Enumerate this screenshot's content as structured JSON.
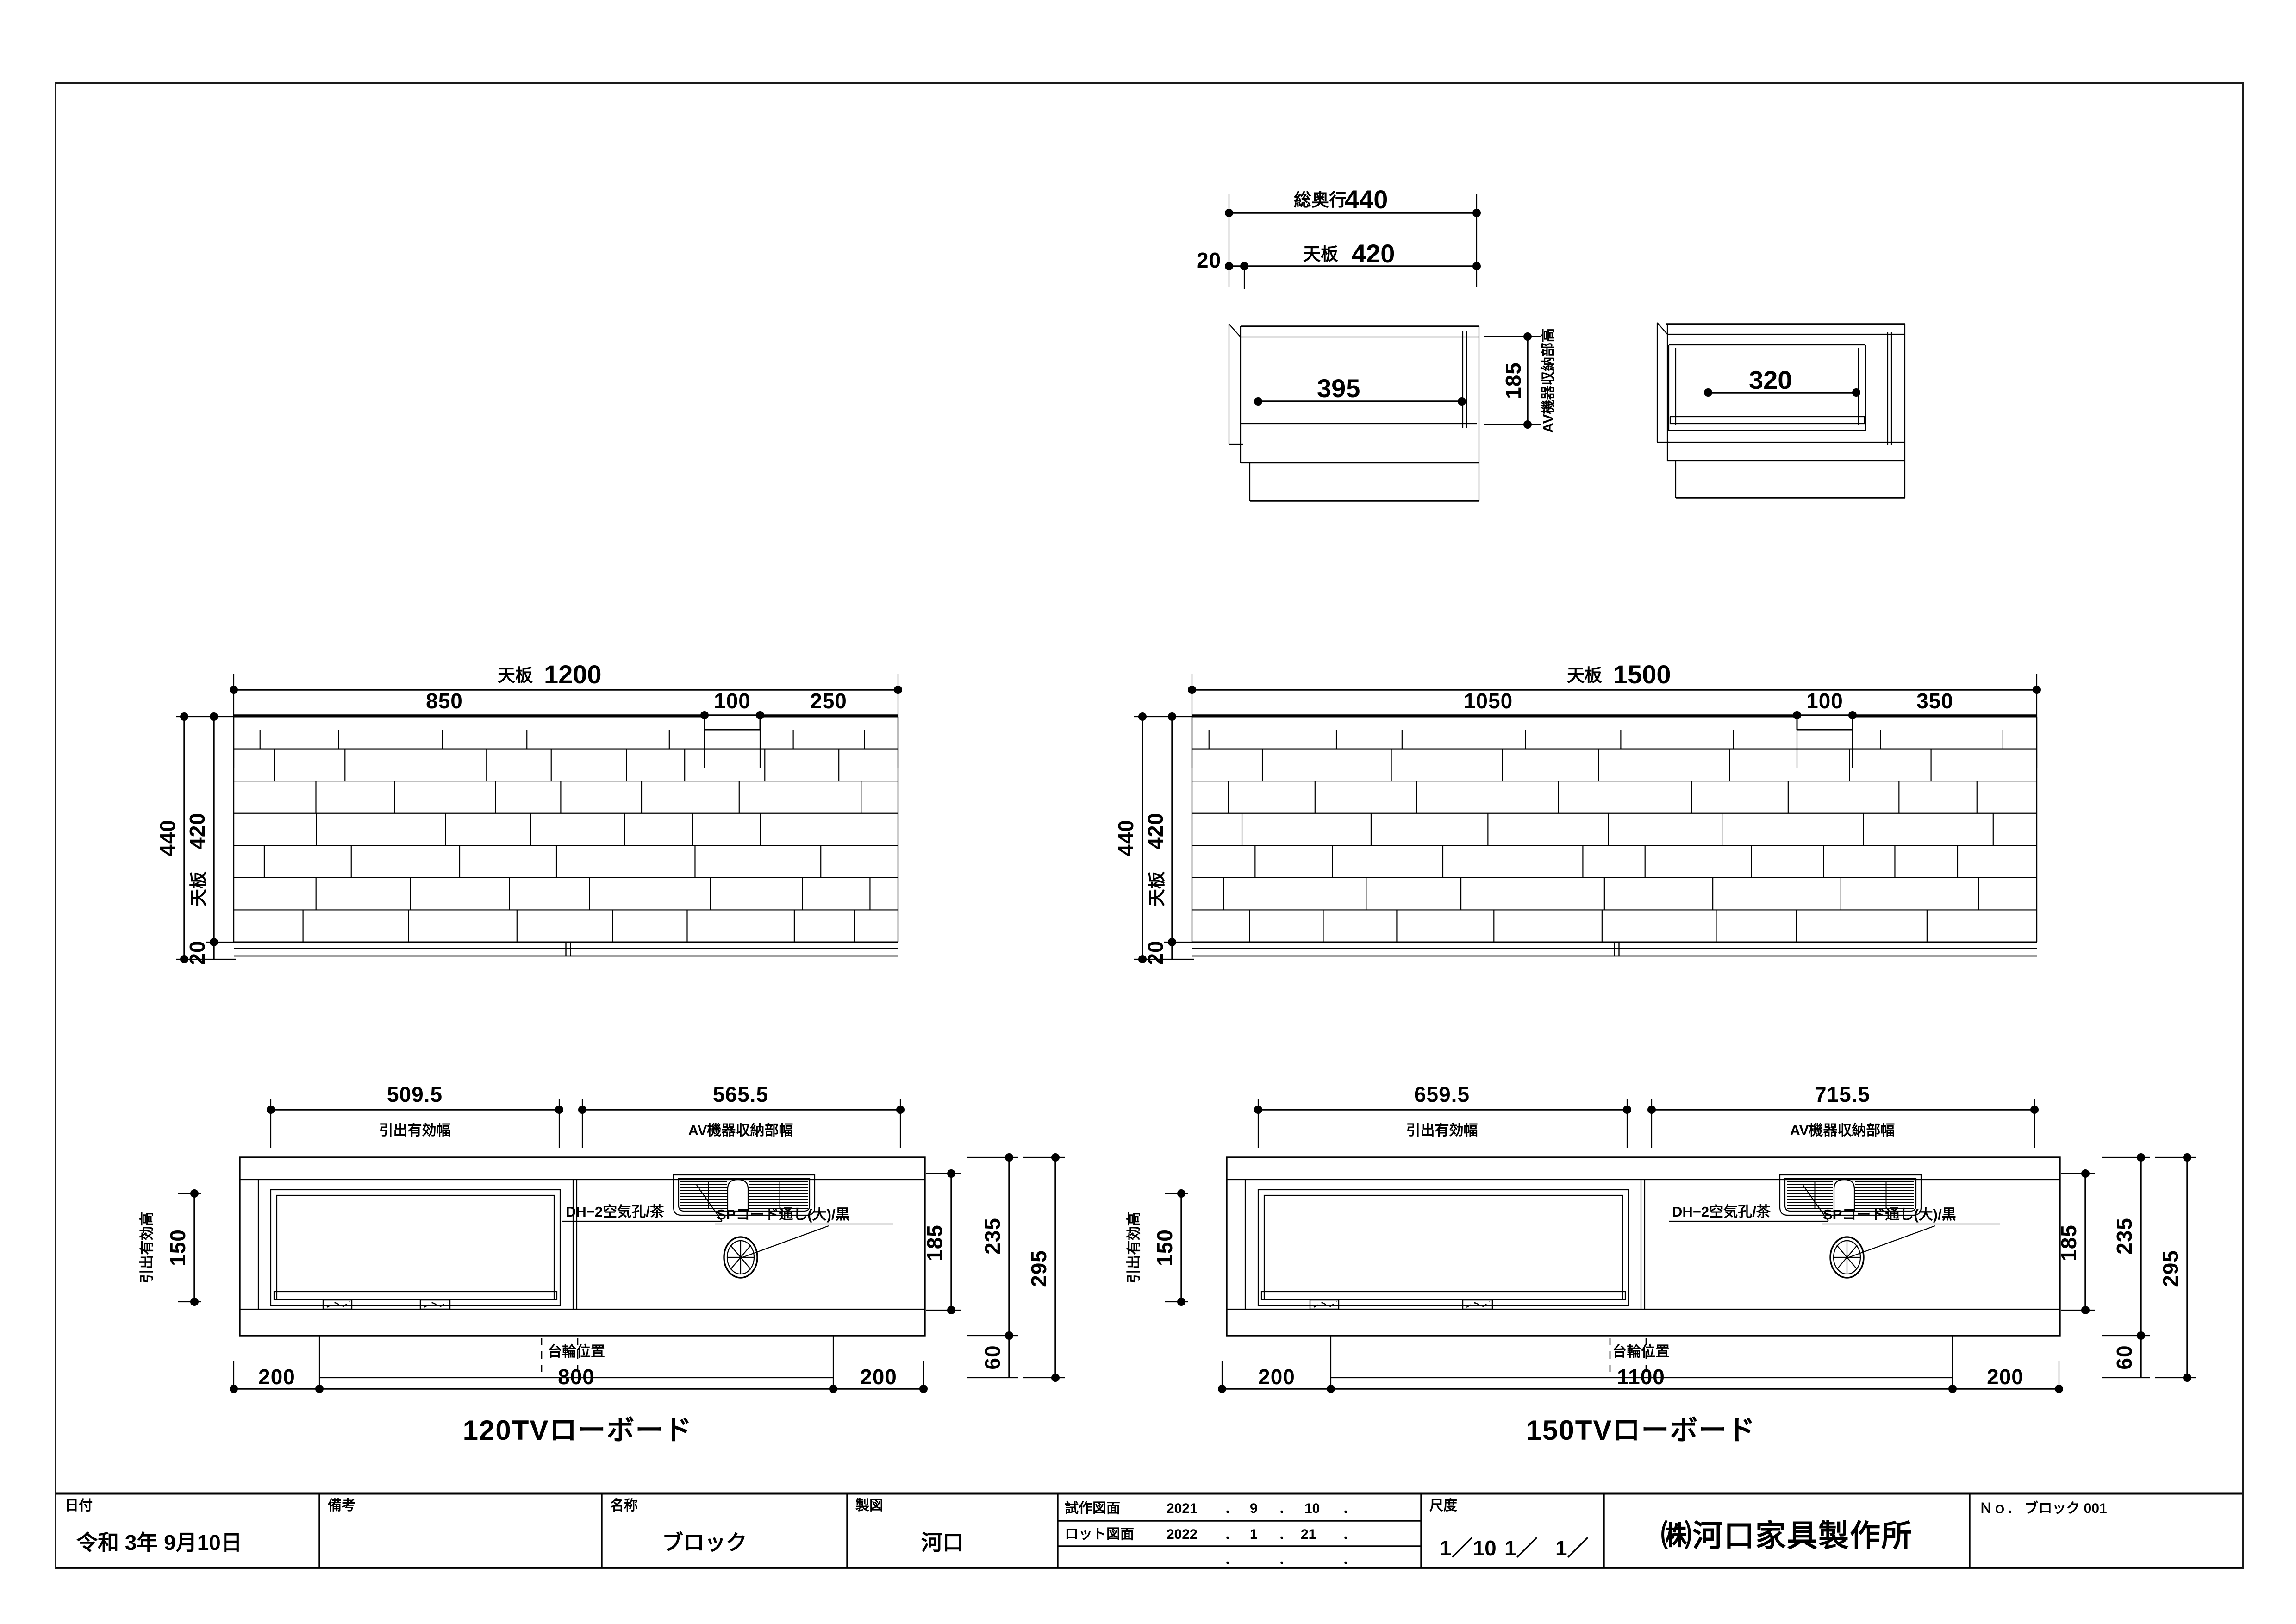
{
  "sheet": {
    "drawing_number_label": "Ｎｏ． ブロック 001"
  },
  "side_view": {
    "total_depth_label": "総奥行",
    "total_depth_value": "440",
    "top_plate_label": "天板",
    "top_plate_value": "420",
    "overhang_value": "20",
    "inner_depth_value": "395",
    "shelf_depth_value": "320",
    "av_height_label": "AV機器収納部高",
    "av_height_value": "185"
  },
  "elevation_120": {
    "top_label": "天板",
    "top_value": "1200",
    "seg_drawer": "850",
    "seg_notch": "100",
    "seg_right": "250",
    "height_total": "440",
    "height_top_label": "天板",
    "height_top_value": "420",
    "height_base": "20"
  },
  "elevation_150": {
    "top_label": "天板",
    "top_value": "1500",
    "seg_drawer": "1050",
    "seg_notch": "100",
    "seg_right": "350",
    "height_total": "440",
    "height_top_label": "天板",
    "height_top_value": "420",
    "height_base": "20"
  },
  "section_120": {
    "drawer_width_value": "509.5",
    "drawer_width_label": "引出有効幅",
    "av_width_value": "565.5",
    "av_width_label": "AV機器収納部幅",
    "drawer_height_label": "引出有効高",
    "drawer_height_value": "150",
    "av_height_value": "185",
    "mid_height_value": "235",
    "total_height_value": "295",
    "plinth_height_value": "60",
    "vent_note": "DH−2空気孔/茶",
    "cord_note": "SPコード通し(大)/黒",
    "plinth_label": "台輪位置",
    "plinth_left": "200",
    "plinth_center": "800",
    "plinth_right": "200",
    "model_label": "120TVローボード"
  },
  "section_150": {
    "drawer_width_value": "659.5",
    "drawer_width_label": "引出有効幅",
    "av_width_value": "715.5",
    "av_width_label": "AV機器収納部幅",
    "drawer_height_label": "引出有効高",
    "drawer_height_value": "150",
    "av_height_value": "185",
    "mid_height_value": "235",
    "total_height_value": "295",
    "plinth_height_value": "60",
    "vent_note": "DH−2空気孔/茶",
    "cord_note": "SPコード通し(大)/黒",
    "plinth_label": "台輪位置",
    "plinth_left": "200",
    "plinth_center": "1100",
    "plinth_right": "200",
    "model_label": "150TVローボード"
  },
  "title_block": {
    "date_label": "日付",
    "date_value": "令和 3年 9月10日",
    "remarks_label": "備考",
    "remarks_value": "",
    "name_label": "名称",
    "name_value": "ブロック",
    "drafter_label": "製図",
    "drafter_value": "河口",
    "proto_label": "試作図面",
    "proto_year": "2021",
    "proto_month": "9",
    "proto_day": "10",
    "lot_label": "ロット図面",
    "lot_year": "2022",
    "lot_month": "1",
    "lot_day": "21",
    "scale_label": "尺度",
    "scale_1": "1／10",
    "scale_2": "1／",
    "scale_3": "1／",
    "company": "㈱河口家具製作所",
    "number": "Ｎｏ． ブロック 001"
  }
}
